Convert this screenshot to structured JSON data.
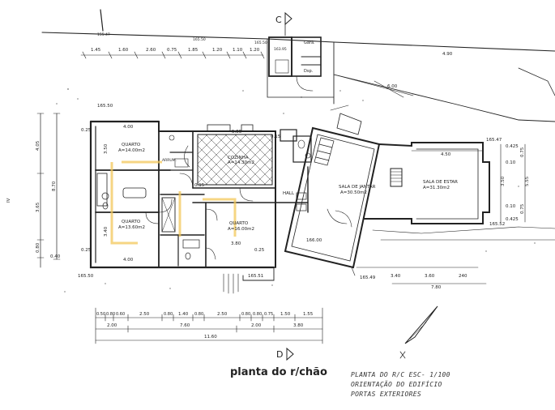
{
  "section_markers": {
    "top": "C",
    "bottom": "D"
  },
  "title": "planta do r/chão",
  "notes": [
    "PLANTA DO R/C    ESC- 1/100",
    "ORIENTAÇÃO DO EDIFÍCIO",
    "PORTAS EXTERIORES"
  ],
  "rooms": [
    {
      "name": "QUARTO",
      "area": "A=14.00m2"
    },
    {
      "name": "QUARTO",
      "area": "A=13.60m2"
    },
    {
      "name": "QUARTO",
      "area": "A=16.00m2"
    },
    {
      "name": "COZINHA",
      "area": "A=14.30m2"
    },
    {
      "name": "SALA DE JANTAR",
      "area": "A=30.50m2"
    },
    {
      "name": "SALA DE ESTAR",
      "area": "A=31.30m2"
    },
    {
      "name": "HALL"
    },
    {
      "name": "ARRUM."
    },
    {
      "name": "Gará."
    },
    {
      "name": "Dsp."
    }
  ],
  "dims_top": [
    "1.45",
    "1.60",
    "2.60",
    "0.75",
    "1.85",
    "1.20",
    "1.10",
    "1.20"
  ],
  "dims_top_extra": [
    "155.47",
    "165.50",
    "165.50",
    "163.95",
    "4.90",
    "6.00"
  ],
  "dims_left": [
    "4.05",
    "8.70",
    "3.65",
    "0.80",
    "0.40"
  ],
  "dims_left_inner": [
    "0.25",
    "3.50",
    "3.40",
    "0.25"
  ],
  "dims_inner": [
    "4.00",
    "4.00",
    "3.80",
    "5.55",
    "0.15",
    "0.25",
    "0.15"
  ],
  "dims_right": [
    "4.50",
    "3.50",
    "5.55",
    "0.425",
    "0.10",
    "0.10",
    "0.425",
    "0.75",
    "0.75"
  ],
  "dims_bottom1": [
    "0.50",
    "0.80",
    "0.60",
    "2.50",
    "0.80",
    "1.40",
    "0.80",
    "2.50",
    "0.80",
    "0.80",
    "0.75",
    "1.50",
    "1.55"
  ],
  "dims_bottom2": [
    "2.00",
    "7.60",
    "2.00",
    "3.80"
  ],
  "dims_bottom3": [
    "11.60"
  ],
  "dims_bottom_right": [
    "3.40",
    "3.60",
    "240",
    "7.80"
  ],
  "levels": [
    "165.50",
    "165.51",
    "165.49",
    "165.52",
    "165.50",
    "165.47",
    "166.00"
  ],
  "side_marker": "IV"
}
